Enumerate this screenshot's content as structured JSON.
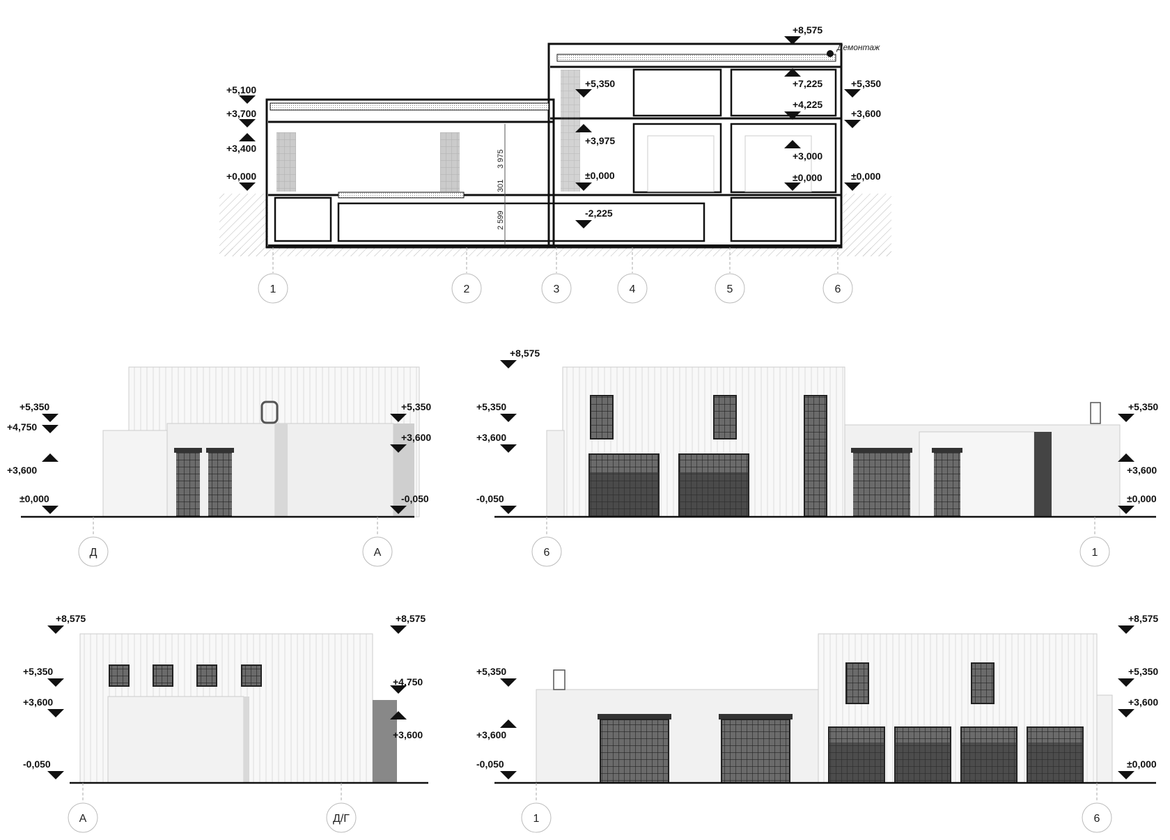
{
  "section": {
    "label_demontazh": "Демонтаж",
    "levels": [
      "+8,575",
      "+7,225",
      "+5,350",
      "+4,225",
      "+3,975",
      "+3,000",
      "±0,000",
      "±0,000",
      "-2,225",
      "+5,350",
      "+3,600",
      "±0,000",
      "+5,100",
      "+3,700",
      "+3,400",
      "+0,000"
    ],
    "dims": [
      "3 975",
      "301",
      "2 599"
    ],
    "axes": [
      "1",
      "2",
      "3",
      "4",
      "5",
      "6"
    ]
  },
  "elev_mid_left": {
    "levels": [
      "+5,350",
      "+4,750",
      "+3,600",
      "±0,000",
      "+5,350",
      "+3,600",
      "-0,050"
    ],
    "axes": [
      "Д",
      "А"
    ]
  },
  "elev_mid_right": {
    "levels": [
      "+8,575",
      "+5,350",
      "+3,600",
      "-0,050",
      "+5,350",
      "+3,600",
      "±0,000"
    ],
    "axes": [
      "6",
      "1"
    ]
  },
  "elev_bot_left": {
    "levels": [
      "+8,575",
      "+5,350",
      "+3,600",
      "-0,050",
      "+8,575",
      "+4,750",
      "+3,600"
    ],
    "axes": [
      "А",
      "Д/Г"
    ]
  },
  "elev_bot_right": {
    "levels": [
      "+5,350",
      "+3,600",
      "-0,050",
      "+8,575",
      "+5,350",
      "+3,600",
      "±0,000"
    ],
    "axes": [
      "1",
      "6"
    ]
  },
  "colors": {
    "line": "#111111",
    "wall": "#f2f2f2",
    "cladding": "#f7f7f7",
    "glass": "#555555",
    "hatch": "#999999"
  }
}
